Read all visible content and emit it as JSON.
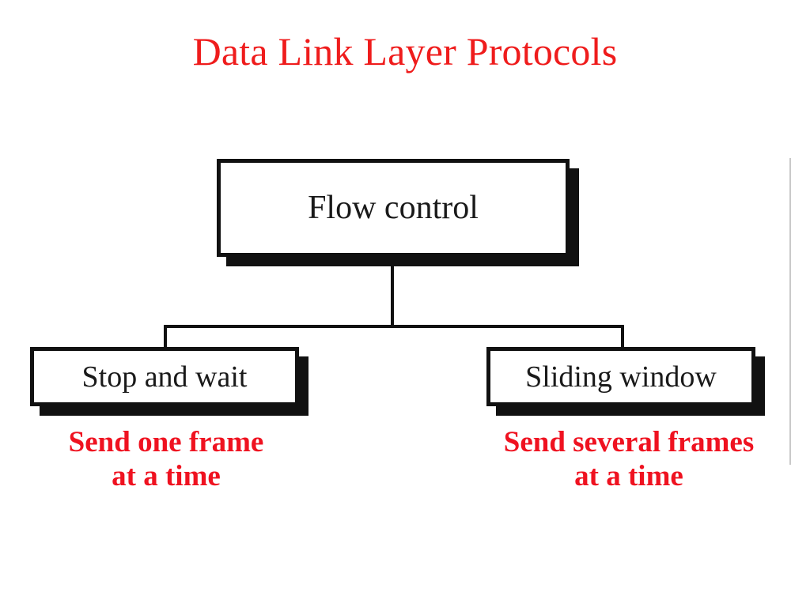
{
  "slide": {
    "title": "Data Link Layer Protocols",
    "title_color": "#ef1c1c",
    "background_color": "#ffffff"
  },
  "diagram": {
    "type": "tree",
    "orientation": "top-down",
    "line_color": "#111111",
    "box_fill": "#ffffff",
    "box_border_color": "#111111",
    "box_shadow_color": "#111111",
    "root": {
      "id": "flow-control",
      "label": "Flow control",
      "label_color": "#1a1a1a"
    },
    "children": [
      {
        "id": "stop-and-wait",
        "label": "Stop and wait",
        "label_color": "#1a1a1a",
        "caption_color": "#ef1220",
        "caption_lines": [
          "Send one frame",
          "at a time"
        ]
      },
      {
        "id": "sliding-window",
        "label": "Sliding window",
        "label_color": "#1a1a1a",
        "caption_color": "#ef1220",
        "caption_lines": [
          "Send several frames",
          "at a time"
        ]
      }
    ]
  }
}
